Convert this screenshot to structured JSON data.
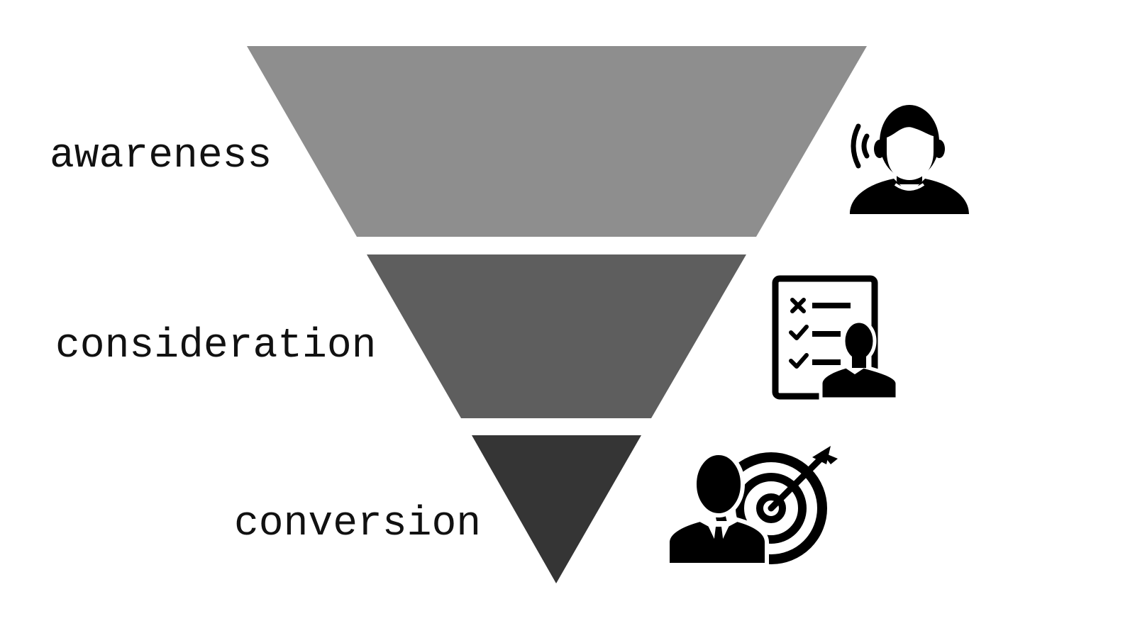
{
  "funnel": {
    "stages": [
      {
        "id": "awareness",
        "label": "awareness",
        "color": "#8e8e8e",
        "icon": "person-listening-icon"
      },
      {
        "id": "consideration",
        "label": "consideration",
        "color": "#5e5e5e",
        "icon": "checklist-person-icon"
      },
      {
        "id": "conversion",
        "label": "conversion",
        "color": "#353535",
        "icon": "businessman-target-icon"
      }
    ]
  },
  "colors": {
    "icon": "#000000",
    "text": "#111111",
    "background": "#ffffff"
  }
}
